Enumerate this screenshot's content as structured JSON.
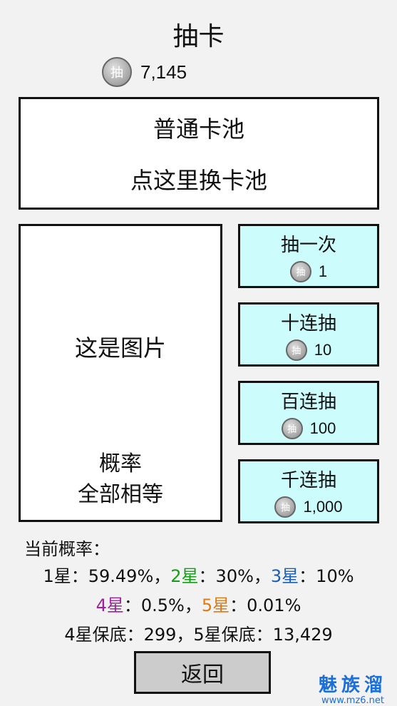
{
  "header": {
    "title": "抽卡",
    "coin_glyph": "抽",
    "coins": "7,145"
  },
  "pool": {
    "name": "普通卡池",
    "hint": "点这里换卡池"
  },
  "image_panel": {
    "placeholder": "这是图片",
    "prob_line1": "概率",
    "prob_line2": "全部相等"
  },
  "draw_buttons": [
    {
      "label": "抽一次",
      "cost": "1"
    },
    {
      "label": "十连抽",
      "cost": "10"
    },
    {
      "label": "百连抽",
      "cost": "100"
    },
    {
      "label": "千连抽",
      "cost": "1,000"
    }
  ],
  "rates": {
    "heading": "当前概率：",
    "s1_label": "1星",
    "s1_value": "：59.49%，",
    "s2_label": "2星",
    "s2_value": "：30%，",
    "s3_label": "3星",
    "s3_value": "：10%",
    "s4_label": "4星",
    "s4_value": "：0.5%，",
    "s5_label": "5星",
    "s5_value": "：0.01%",
    "pity": "4星保底：299，5星保底：13,429"
  },
  "back_label": "返回",
  "watermark": {
    "line1": "魅族溜",
    "line2": "www.mz6.net"
  },
  "colors": {
    "button_bg": "#ccfcfc",
    "star2": "#1a9a1a",
    "star3": "#1b5fb0",
    "star4": "#a020a0",
    "star5": "#e07a10"
  }
}
